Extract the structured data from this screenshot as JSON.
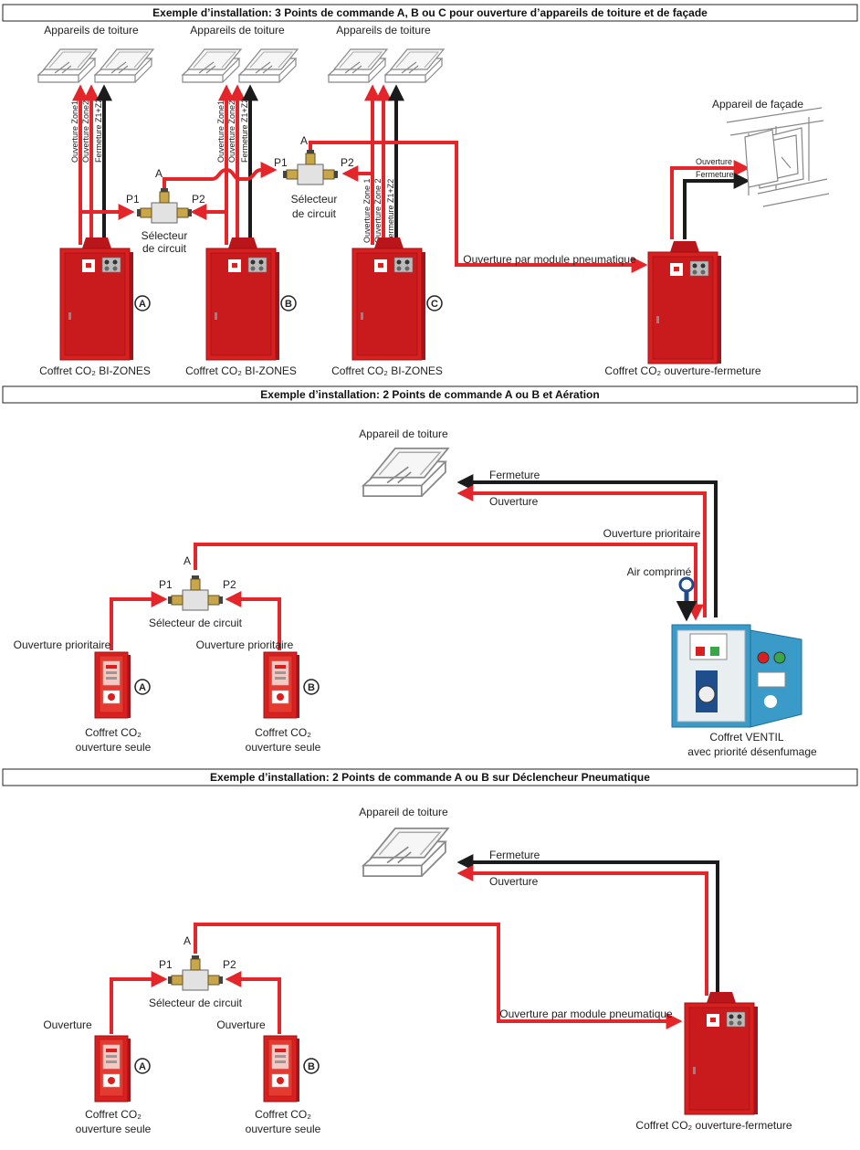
{
  "colors": {
    "red": "#e4252a",
    "black": "#1b1b1b",
    "cabinet_red": "#d9201f",
    "ventil_blue": "#3a9bc8",
    "sketch_gray": "#888888"
  },
  "section1": {
    "title": "Exemple d’installation: 3 Points de commande A, B ou C pour ouverture d’appareils de toiture et de façade",
    "roof_label_1": "Appareils de toiture",
    "roof_label_2": "Appareils de toiture",
    "roof_label_3": "Appareils de toiture",
    "facade_label": "Appareil de façade",
    "port_a": "A",
    "port_p1": "P1",
    "port_p2": "P2",
    "selector_1a": "Sélecteur",
    "selector_1b": "de circuit",
    "selector_2a": "Sélecteur",
    "selector_2b": "de circuit",
    "line_zone1": "Ouverture Zone1",
    "line_zone2": "Ouverture Zone2",
    "line_close": "Fermeture Z1+Z2",
    "line_zone1_c": "Ouverture Zone 1",
    "line_zone2_c": "Ouverture Zone 2",
    "line_close_c": "Fermeture Z1+Z2",
    "pneumatic_label": "Ouverture par module pneumatique",
    "facade_open": "Ouverture",
    "facade_close": "Fermeture",
    "badge_a": "A",
    "badge_b": "B",
    "badge_c": "C",
    "cabinet_a_label": "Coffret CO₂ BI-ZONES",
    "cabinet_b_label": "Coffret CO₂ BI-ZONES",
    "cabinet_c_label": "Coffret CO₂ BI-ZONES",
    "cabinet_d_label": "Coffret CO₂ ouverture-fermeture"
  },
  "section2": {
    "title": "Exemple d’installation: 2 Points de commande A ou B et Aération",
    "roof_label": "Appareil de toiture",
    "close_label": "Fermeture",
    "open_label": "Ouverture",
    "priority_label": "Ouverture prioritaire",
    "air_label": "Air comprimé",
    "port_a": "A",
    "port_p1": "P1",
    "port_p2": "P2",
    "selector_label": "Sélecteur de circuit",
    "left_priority": "Ouverture prioritaire",
    "right_priority": "Ouverture prioritaire",
    "badge_a": "A",
    "badge_b": "B",
    "box_a_line1": "Coffret CO₂",
    "box_a_line2": "ouverture seule",
    "box_b_line1": "Coffret CO₂",
    "box_b_line2": "ouverture seule",
    "ventil_line1": "Coffret VENTIL",
    "ventil_line2": "avec priorité désenfumage"
  },
  "section3": {
    "title": "Exemple d’installation: 2 Points de commande  A ou B sur Déclencheur Pneumatique",
    "roof_label": "Appareil de toiture",
    "close_label": "Fermeture",
    "open_label": "Ouverture",
    "port_a": "A",
    "port_p1": "P1",
    "port_p2": "P2",
    "selector_label": "Sélecteur de circuit",
    "left_open": "Ouverture",
    "right_open": "Ouverture",
    "pneumatic_label": "Ouverture par module pneumatique",
    "badge_a": "A",
    "badge_b": "B",
    "box_a_line1": "Coffret CO₂",
    "box_a_line2": "ouverture seule",
    "box_b_line1": "Coffret CO₂",
    "box_b_line2": "ouverture seule",
    "cabinet_label": "Coffret CO₂ ouverture-fermeture"
  }
}
